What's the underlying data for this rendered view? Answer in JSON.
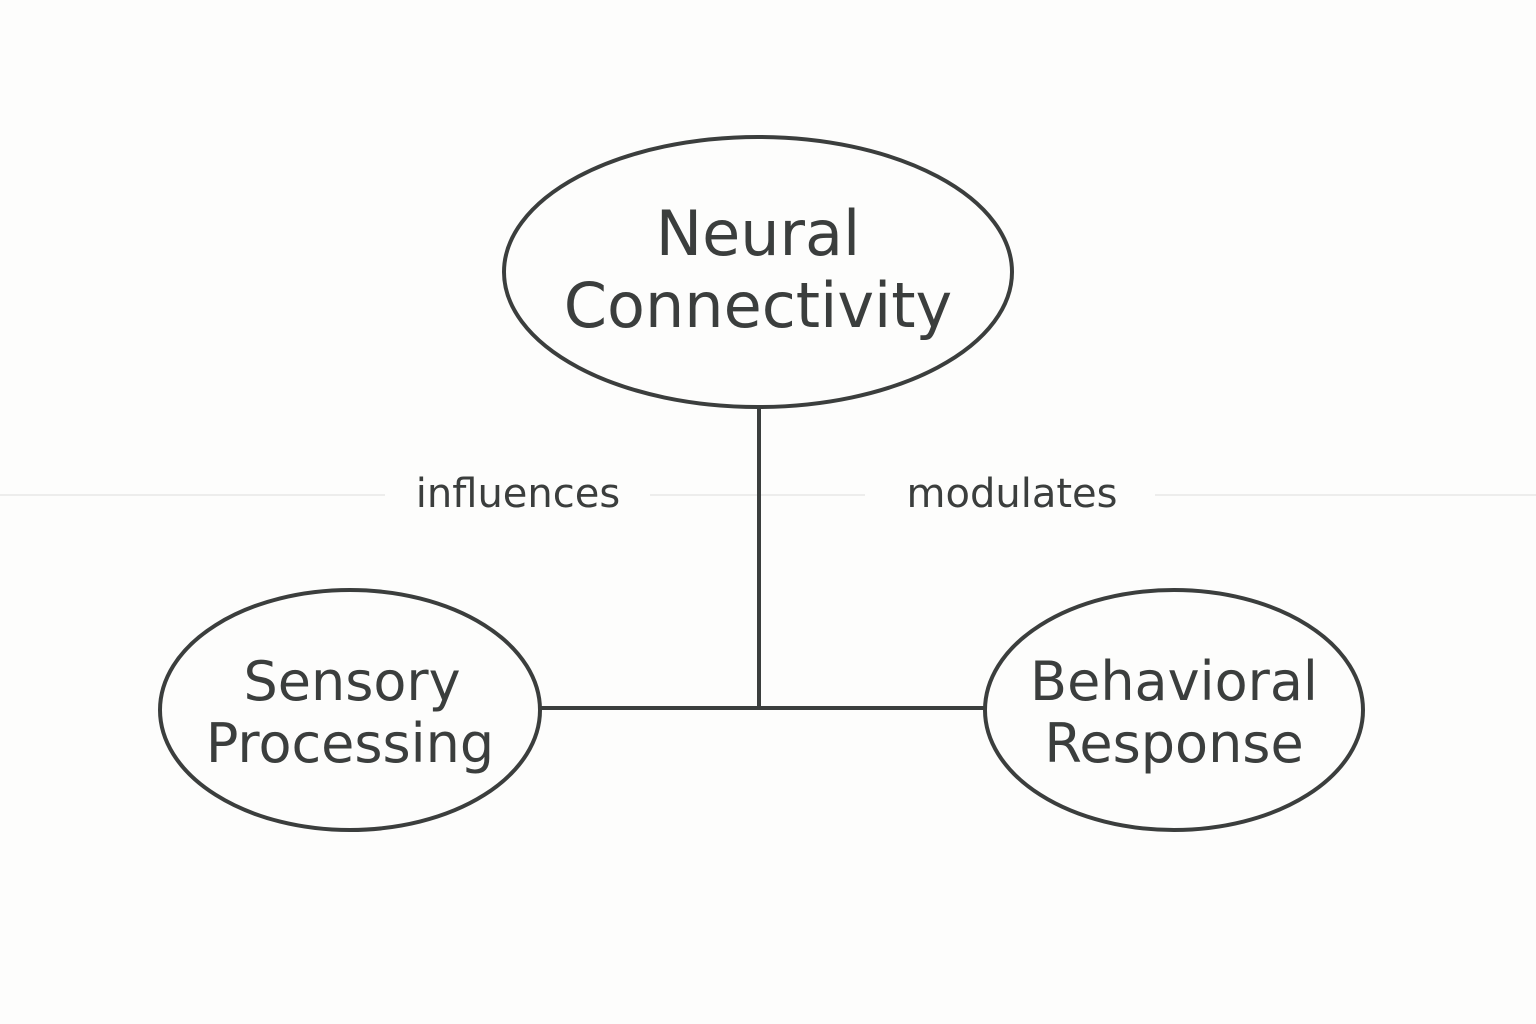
{
  "diagram": {
    "nodes": [
      {
        "id": "neural",
        "lines": [
          "Neural",
          "Connectivity"
        ]
      },
      {
        "id": "sensory",
        "lines": [
          "Sensory",
          "Processing"
        ]
      },
      {
        "id": "behavioral",
        "lines": [
          "Behavioral",
          "Response"
        ]
      }
    ],
    "edges": [
      {
        "from": "neural",
        "to": "sensory",
        "label": "influences"
      },
      {
        "from": "neural",
        "to": "behavioral",
        "label": "modulates"
      }
    ],
    "colors": {
      "stroke": "#3b3e3d",
      "background": "#fdfdfc",
      "guide": "#e6e6e4"
    }
  }
}
